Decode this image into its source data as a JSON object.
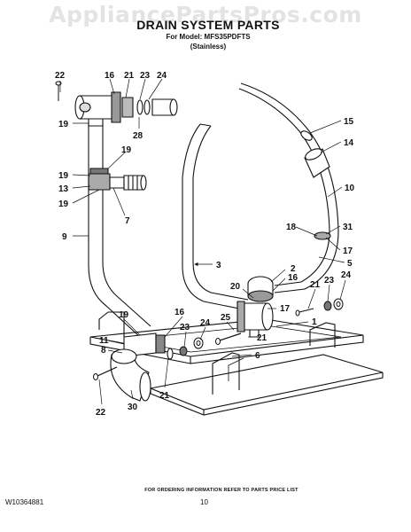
{
  "watermark": "AppliancePartsPros.com",
  "header": {
    "title": "DRAIN SYSTEM PARTS",
    "model_line": "For Model: MFS35PDFTS",
    "variant": "(Stainless)"
  },
  "callouts": [
    "22",
    "16",
    "21",
    "23",
    "24",
    "19",
    "28",
    "19",
    "19",
    "13",
    "19",
    "7",
    "9",
    "15",
    "14",
    "10",
    "18",
    "31",
    "17",
    "5",
    "3",
    "2",
    "16",
    "20",
    "17",
    "1",
    "21",
    "23",
    "24",
    "25",
    "19",
    "16",
    "24",
    "23",
    "11",
    "8",
    "21",
    "6",
    "22",
    "30",
    "21"
  ],
  "footer": {
    "note": "FOR ORDERING INFORMATION REFER TO PARTS PRICE LIST",
    "doc_number": "W10364881",
    "page_number": "10"
  }
}
